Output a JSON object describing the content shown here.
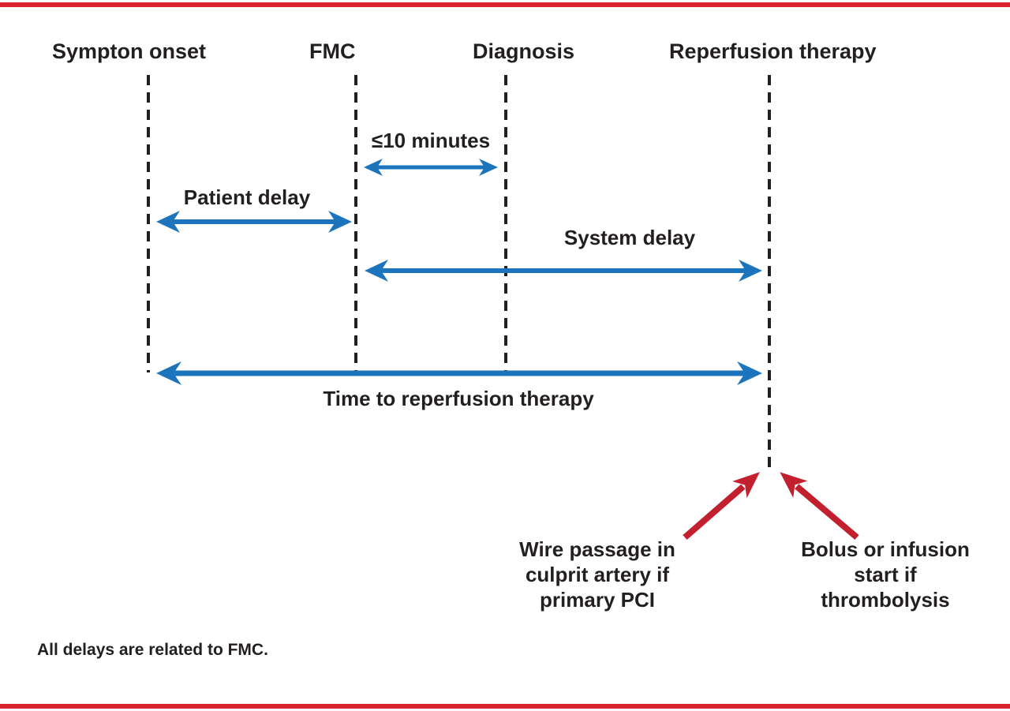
{
  "figure": {
    "type": "timeline-diagram",
    "description_visible": false
  },
  "colors": {
    "accent_red_bar": "#d7232e",
    "pointer_arrow_red": "#c2202f",
    "interval_arrow_blue": "#1c75bc",
    "text_black": "#231f20"
  },
  "timeline": {
    "events": [
      {
        "label": "Sympton onset"
      },
      {
        "label": "FMC"
      },
      {
        "label": "Diagnosis"
      },
      {
        "label": "Reperfusion therapy"
      }
    ],
    "intervals": [
      {
        "label": "≤10 minutes",
        "from": "FMC",
        "to": "Diagnosis"
      },
      {
        "label": "Patient delay",
        "from": "Sympton onset",
        "to": "FMC"
      },
      {
        "label": "System delay",
        "from": "FMC",
        "to": "Reperfusion therapy"
      },
      {
        "label": "Time to reperfusion therapy",
        "from": "Sympton onset",
        "to": "Reperfusion therapy"
      }
    ]
  },
  "annotations": {
    "pci": {
      "lines": [
        "Wire passage in",
        "culprit artery if",
        "primary PCI"
      ]
    },
    "lysis": {
      "lines": [
        "Bolus or infusion",
        "start if",
        "thrombolysis"
      ]
    }
  },
  "footnote": "All delays are related to FMC."
}
